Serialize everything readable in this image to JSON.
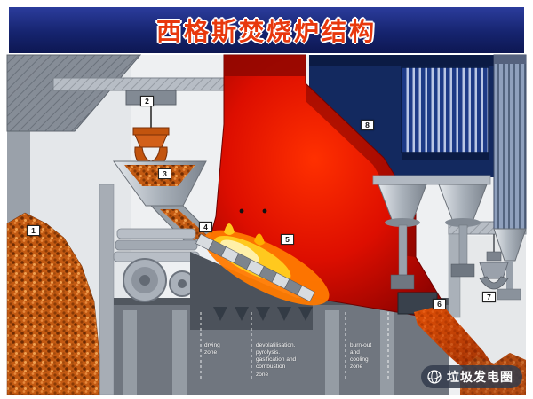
{
  "slide": {
    "title": "西格斯焚烧炉结构"
  },
  "colors": {
    "banner_blue": "#16246f",
    "title_red": "#e8380d",
    "flame_red": "#e01000",
    "waste_orange": "#c35a12",
    "boiler_navy": "#13295f"
  },
  "callouts": [
    {
      "n": "1"
    },
    {
      "n": "2"
    },
    {
      "n": "3"
    },
    {
      "n": "4"
    },
    {
      "n": "5"
    },
    {
      "n": "6"
    },
    {
      "n": "7"
    },
    {
      "n": "8"
    }
  ],
  "zones": [
    {
      "lines": [
        "drying",
        "zone"
      ]
    },
    {
      "lines": [
        "devolatilisation.",
        "pyrolysis.",
        "gasification and",
        "combustion",
        "zone"
      ]
    },
    {
      "lines": [
        "burn-out",
        "and",
        "cooling",
        "zone"
      ]
    }
  ],
  "watermark": {
    "logo_icon": "globe-icon",
    "text": "垃圾发电圈"
  }
}
